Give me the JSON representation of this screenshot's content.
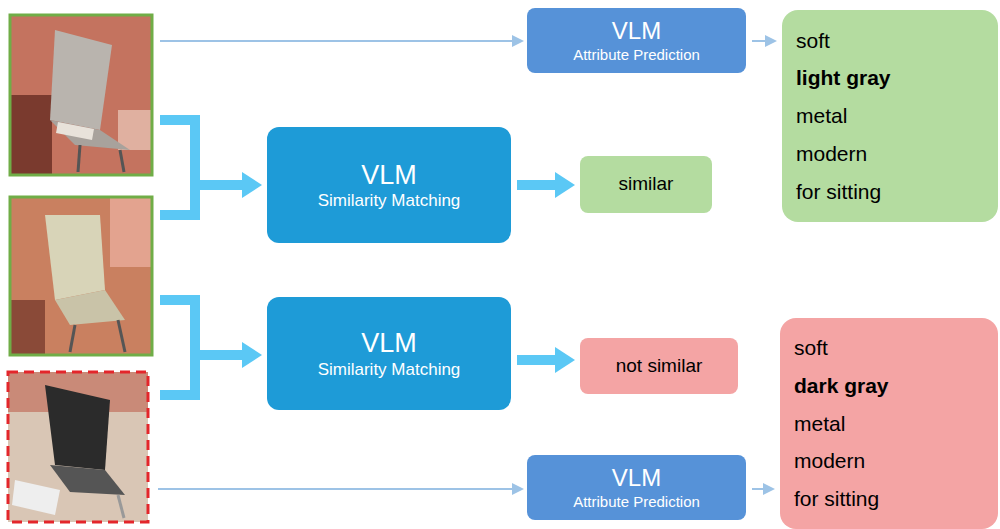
{
  "diagram": {
    "nodes": [
      {
        "text": [
          "VLM",
          "Attribute Prediction"
        ]
      },
      {
        "text": [
          "soft",
          "light gray",
          "metal",
          "modern",
          "for sitting"
        ]
      },
      {
        "text": [
          "VLM",
          "Similarity Matching"
        ]
      },
      {
        "text": [
          "similar"
        ]
      },
      {
        "text": [
          "VLM",
          "Similarity Matching"
        ]
      },
      {
        "text": [
          "not similar"
        ]
      },
      {
        "text": [
          "soft",
          "dark gray",
          "metal",
          "modern",
          "for sitting"
        ]
      },
      {
        "text": [
          "VLM",
          "Attribute Prediction"
        ]
      }
    ],
    "edges": [
      {
        "from": 0,
        "to": 1,
        "arrow": "to"
      },
      {
        "from": 2,
        "to": 3,
        "arrow": "to"
      },
      {
        "from": 4,
        "to": 5,
        "arrow": "to"
      },
      {
        "from": 7,
        "to": 6,
        "arrow": "to"
      }
    ]
  }
}
